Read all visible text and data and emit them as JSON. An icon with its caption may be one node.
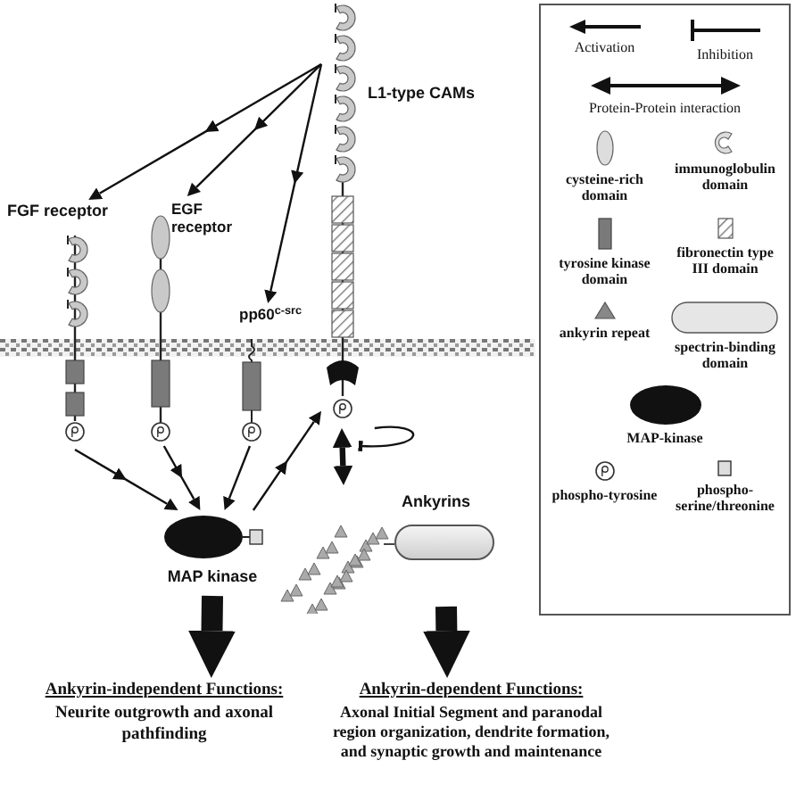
{
  "diagram": {
    "nodes": [
      {
        "text": [
          "L1-type CAMs"
        ]
      },
      {
        "text": [
          "FGF receptor"
        ]
      },
      {
        "text": [
          "EGF receptor"
        ]
      },
      {
        "text": [
          "pp60$^{c-src}$"
        ]
      },
      {
        "text": [
          "MAP kinase"
        ]
      },
      {
        "text": [
          "Ankyrins"
        ]
      },
      {
        "text": [
          "Ankyrin-independent Functions:",
          "Neurite outgrowth and axonal pathfinding"
        ]
      },
      {
        "text": [
          "Ankyrin-dependent Functions:",
          "Axonal Initial Segment and paranodal region organization, dendrite formation, and synaptic growth and maintenance"
        ]
      }
    ],
    "edges": [
      {
        "from": 0,
        "to": 1,
        "arrow": "to"
      },
      {
        "from": 0,
        "to": 2,
        "arrow": "to"
      },
      {
        "from": 0,
        "to": 3,
        "arrow": "to"
      },
      {
        "from": 1,
        "to": 4,
        "arrow": "to"
      },
      {
        "from": 2,
        "to": 4,
        "arrow": "to"
      },
      {
        "from": 3,
        "to": 4,
        "arrow": "to"
      },
      {
        "from": 4,
        "to": 0,
        "arrow": "to"
      },
      {
        "from": 0,
        "to": 5,
        "arrow": "both",
        "style": "thick"
      },
      {
        "from": 0,
        "to": null,
        "arrow": "other"
      },
      {
        "from": 4,
        "to": 6,
        "arrow": "to",
        "style": "thick"
      },
      {
        "from": 5,
        "to": 7,
        "arrow": "to",
        "style": "thick"
      }
    ],
    "legend": [
      {
        "text": "Activation"
      },
      {
        "text": "Inhibition"
      },
      {
        "text": "Protein-Protein interaction"
      },
      {
        "text": "cysteine-rich domain"
      },
      {
        "text": "immunoglobulin domain"
      },
      {
        "text": "tyrosine kinase domain"
      },
      {
        "text": "fibronectin type III domain"
      },
      {
        "text": "ankyrin repeat"
      },
      {
        "text": "spectrin-binding domain"
      },
      {
        "text": "MAP-kinase"
      },
      {
        "text": "phospho-tyrosine"
      },
      {
        "text": "phospho-serine/threonine"
      }
    ]
  }
}
